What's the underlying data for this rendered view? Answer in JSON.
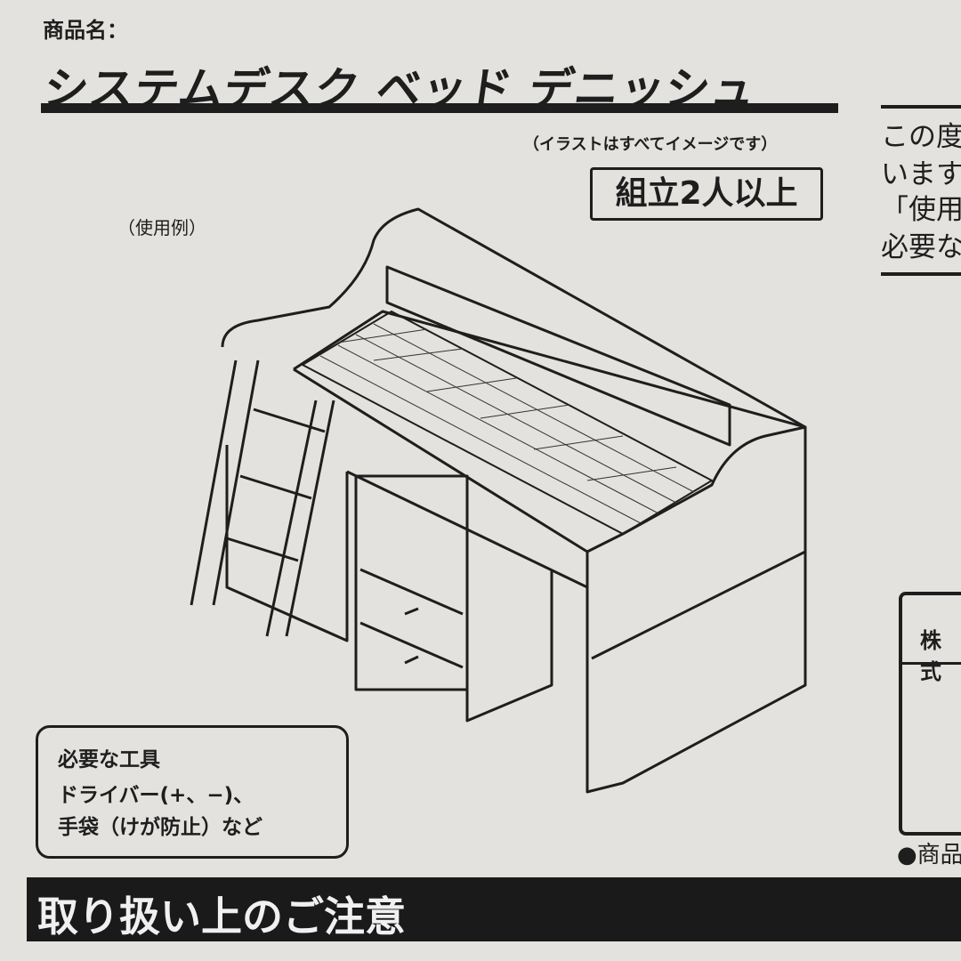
{
  "header": {
    "product_name_label": "商品名：",
    "product_title": "システムデスク ベッド デニッシュ"
  },
  "illustration": {
    "note": "（イラストはすべてイメージです）",
    "assembly_badge": "組立2人以上",
    "example_label": "（使用例）"
  },
  "right_column": {
    "lines": [
      "この度",
      "います",
      "「使用」",
      "必要な"
    ]
  },
  "tools_box": {
    "heading": "必要な工具",
    "line1": "ドライバー(+、−)、",
    "line2": "手袋（けが防止）など"
  },
  "company_box": {
    "label": "株式"
  },
  "product_note": "●商品",
  "caution_header": "取り扱い上のご注意"
}
